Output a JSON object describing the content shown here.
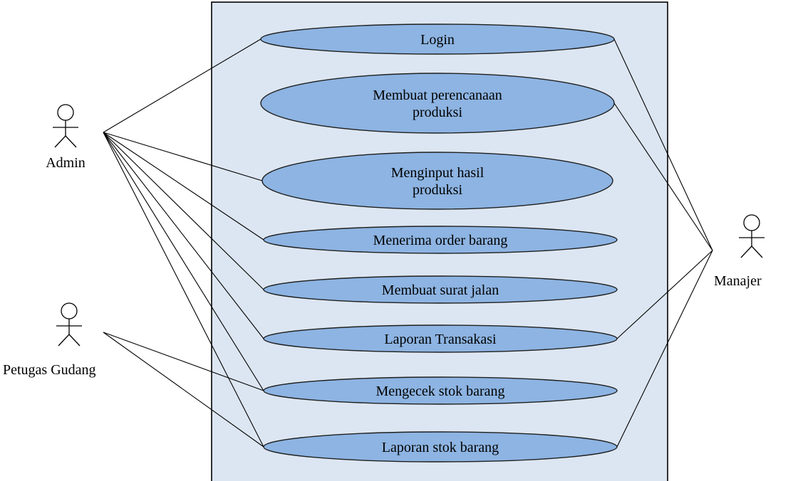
{
  "actors": [
    {
      "id": "admin",
      "name": "Admin"
    },
    {
      "id": "petugas",
      "name": "Petugas Gudang"
    },
    {
      "id": "manajer",
      "name": "Manajer"
    }
  ],
  "use_cases": [
    {
      "id": "login",
      "lines": [
        "Login"
      ]
    },
    {
      "id": "perencanaan",
      "lines": [
        "Membuat perencanaan",
        "produksi"
      ]
    },
    {
      "id": "hasil",
      "lines": [
        "Menginput hasil",
        "produksi"
      ]
    },
    {
      "id": "order",
      "lines": [
        "Menerima order barang"
      ]
    },
    {
      "id": "surat",
      "lines": [
        "Membuat surat jalan"
      ]
    },
    {
      "id": "transaksi",
      "lines": [
        "Laporan Transakasi"
      ]
    },
    {
      "id": "cek",
      "lines": [
        "Mengecek stok barang"
      ]
    },
    {
      "id": "stok",
      "lines": [
        "Laporan stok barang"
      ]
    }
  ],
  "associations": [
    {
      "actor": "admin",
      "use_case": "login"
    },
    {
      "actor": "admin",
      "use_case": "hasil"
    },
    {
      "actor": "admin",
      "use_case": "order"
    },
    {
      "actor": "admin",
      "use_case": "surat"
    },
    {
      "actor": "admin",
      "use_case": "transaksi"
    },
    {
      "actor": "admin",
      "use_case": "cek"
    },
    {
      "actor": "admin",
      "use_case": "stok"
    },
    {
      "actor": "petugas",
      "use_case": "cek"
    },
    {
      "actor": "petugas",
      "use_case": "stok"
    },
    {
      "actor": "manajer",
      "use_case": "login"
    },
    {
      "actor": "manajer",
      "use_case": "perencanaan"
    },
    {
      "actor": "manajer",
      "use_case": "transaksi"
    },
    {
      "actor": "manajer",
      "use_case": "stok"
    }
  ],
  "colors": {
    "boundary_fill": "#dce6f2",
    "use_case_fill": "#8db4e2",
    "stroke": "#000000"
  }
}
